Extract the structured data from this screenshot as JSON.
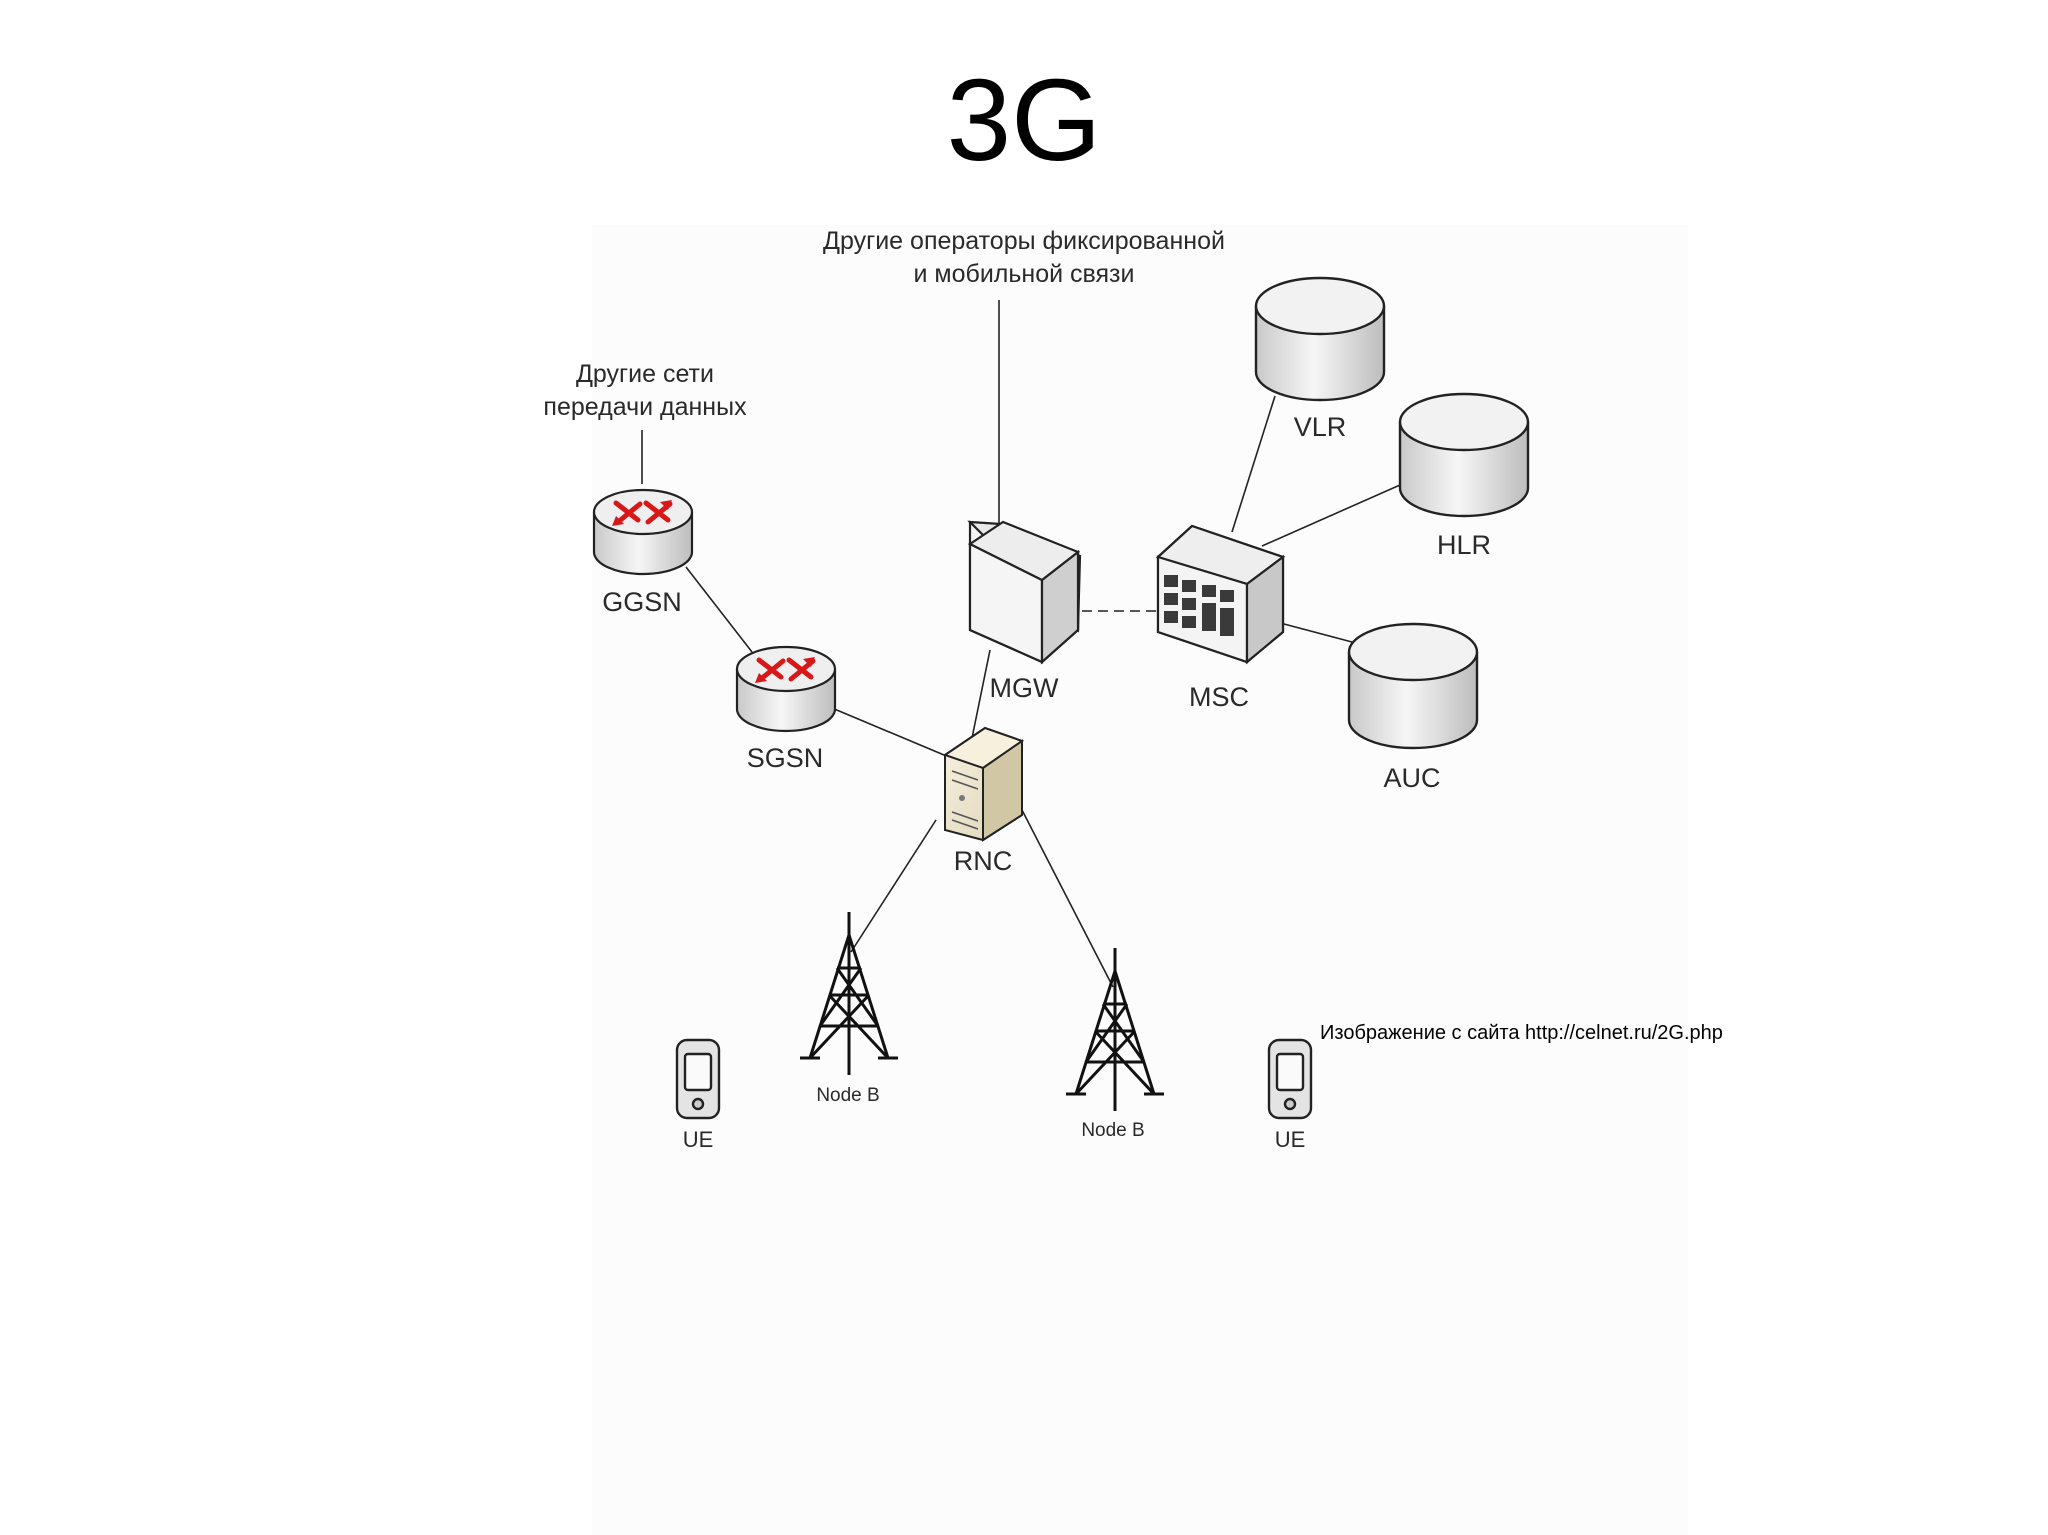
{
  "title": "3G",
  "labels": {
    "other_operators_line1": "Другие операторы фиксированной",
    "other_operators_line2": "и мобильной связи",
    "other_data_line1": "Другие сети",
    "other_data_line2": "передачи данных",
    "ggsn": "GGSN",
    "sgsn": "SGSN",
    "mgw": "MGW",
    "msc": "MSC",
    "rnc": "RNC",
    "vlr": "VLR",
    "hlr": "HLR",
    "auc": "AUC",
    "node_b_1": "Node B",
    "node_b_2": "Node B",
    "ue_1": "UE",
    "ue_2": "UE"
  },
  "credit": "Изображение с сайта http://celnet.ru/2G.php",
  "colors": {
    "router_arrow": "#d81818",
    "line": "#222222"
  }
}
